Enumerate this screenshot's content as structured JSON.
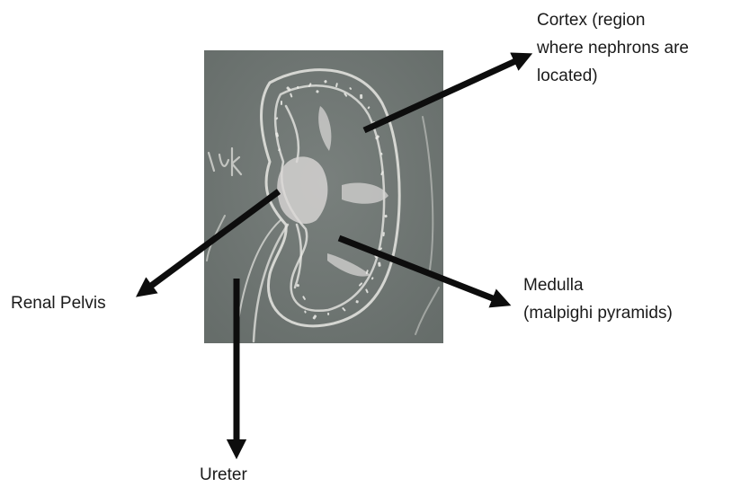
{
  "labels": {
    "cortex": [
      "Cortex (region",
      "where nephrons are",
      "located)"
    ],
    "medulla": [
      "Medulla",
      "(malpighi pyramids)"
    ],
    "renal_pelvis": "Renal Pelvis",
    "ureter": "Ureter"
  },
  "colors": {
    "board": "#6f7673",
    "chalk": "#ecebea",
    "arrow": "#0d0d0d"
  }
}
